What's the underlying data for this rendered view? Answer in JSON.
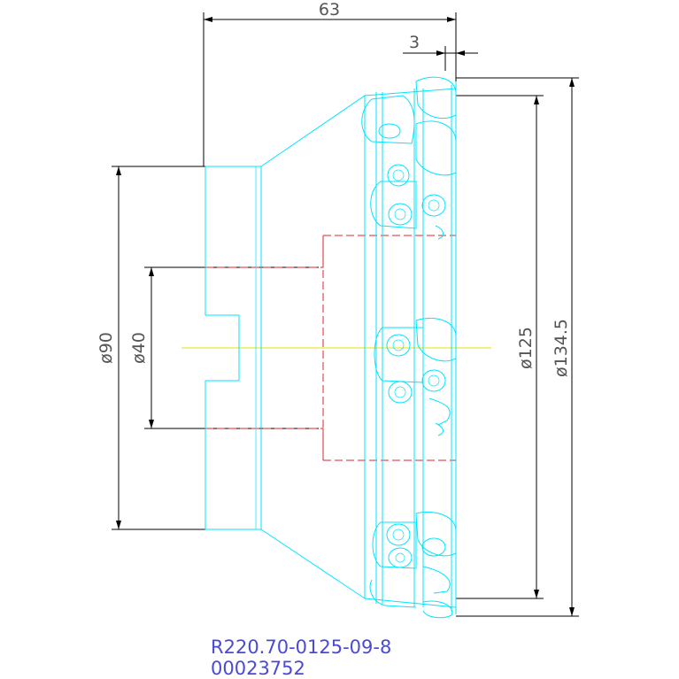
{
  "dimensions": {
    "overall_length": "63",
    "insert_offset": "3",
    "shank_diameter": "ø90",
    "bore_diameter": "ø40",
    "cutting_diameter": "ø125",
    "max_diameter": "ø134.5"
  },
  "caption": {
    "part_number": "R220.70-0125-09-8",
    "item_code": "00023752"
  },
  "colors": {
    "body_outline": "#00e5ff",
    "hidden_lines": "#e0262a",
    "center_axis": "#e8e000",
    "dimension_lines": "#000000",
    "caption_text": "#4a4ad6"
  }
}
